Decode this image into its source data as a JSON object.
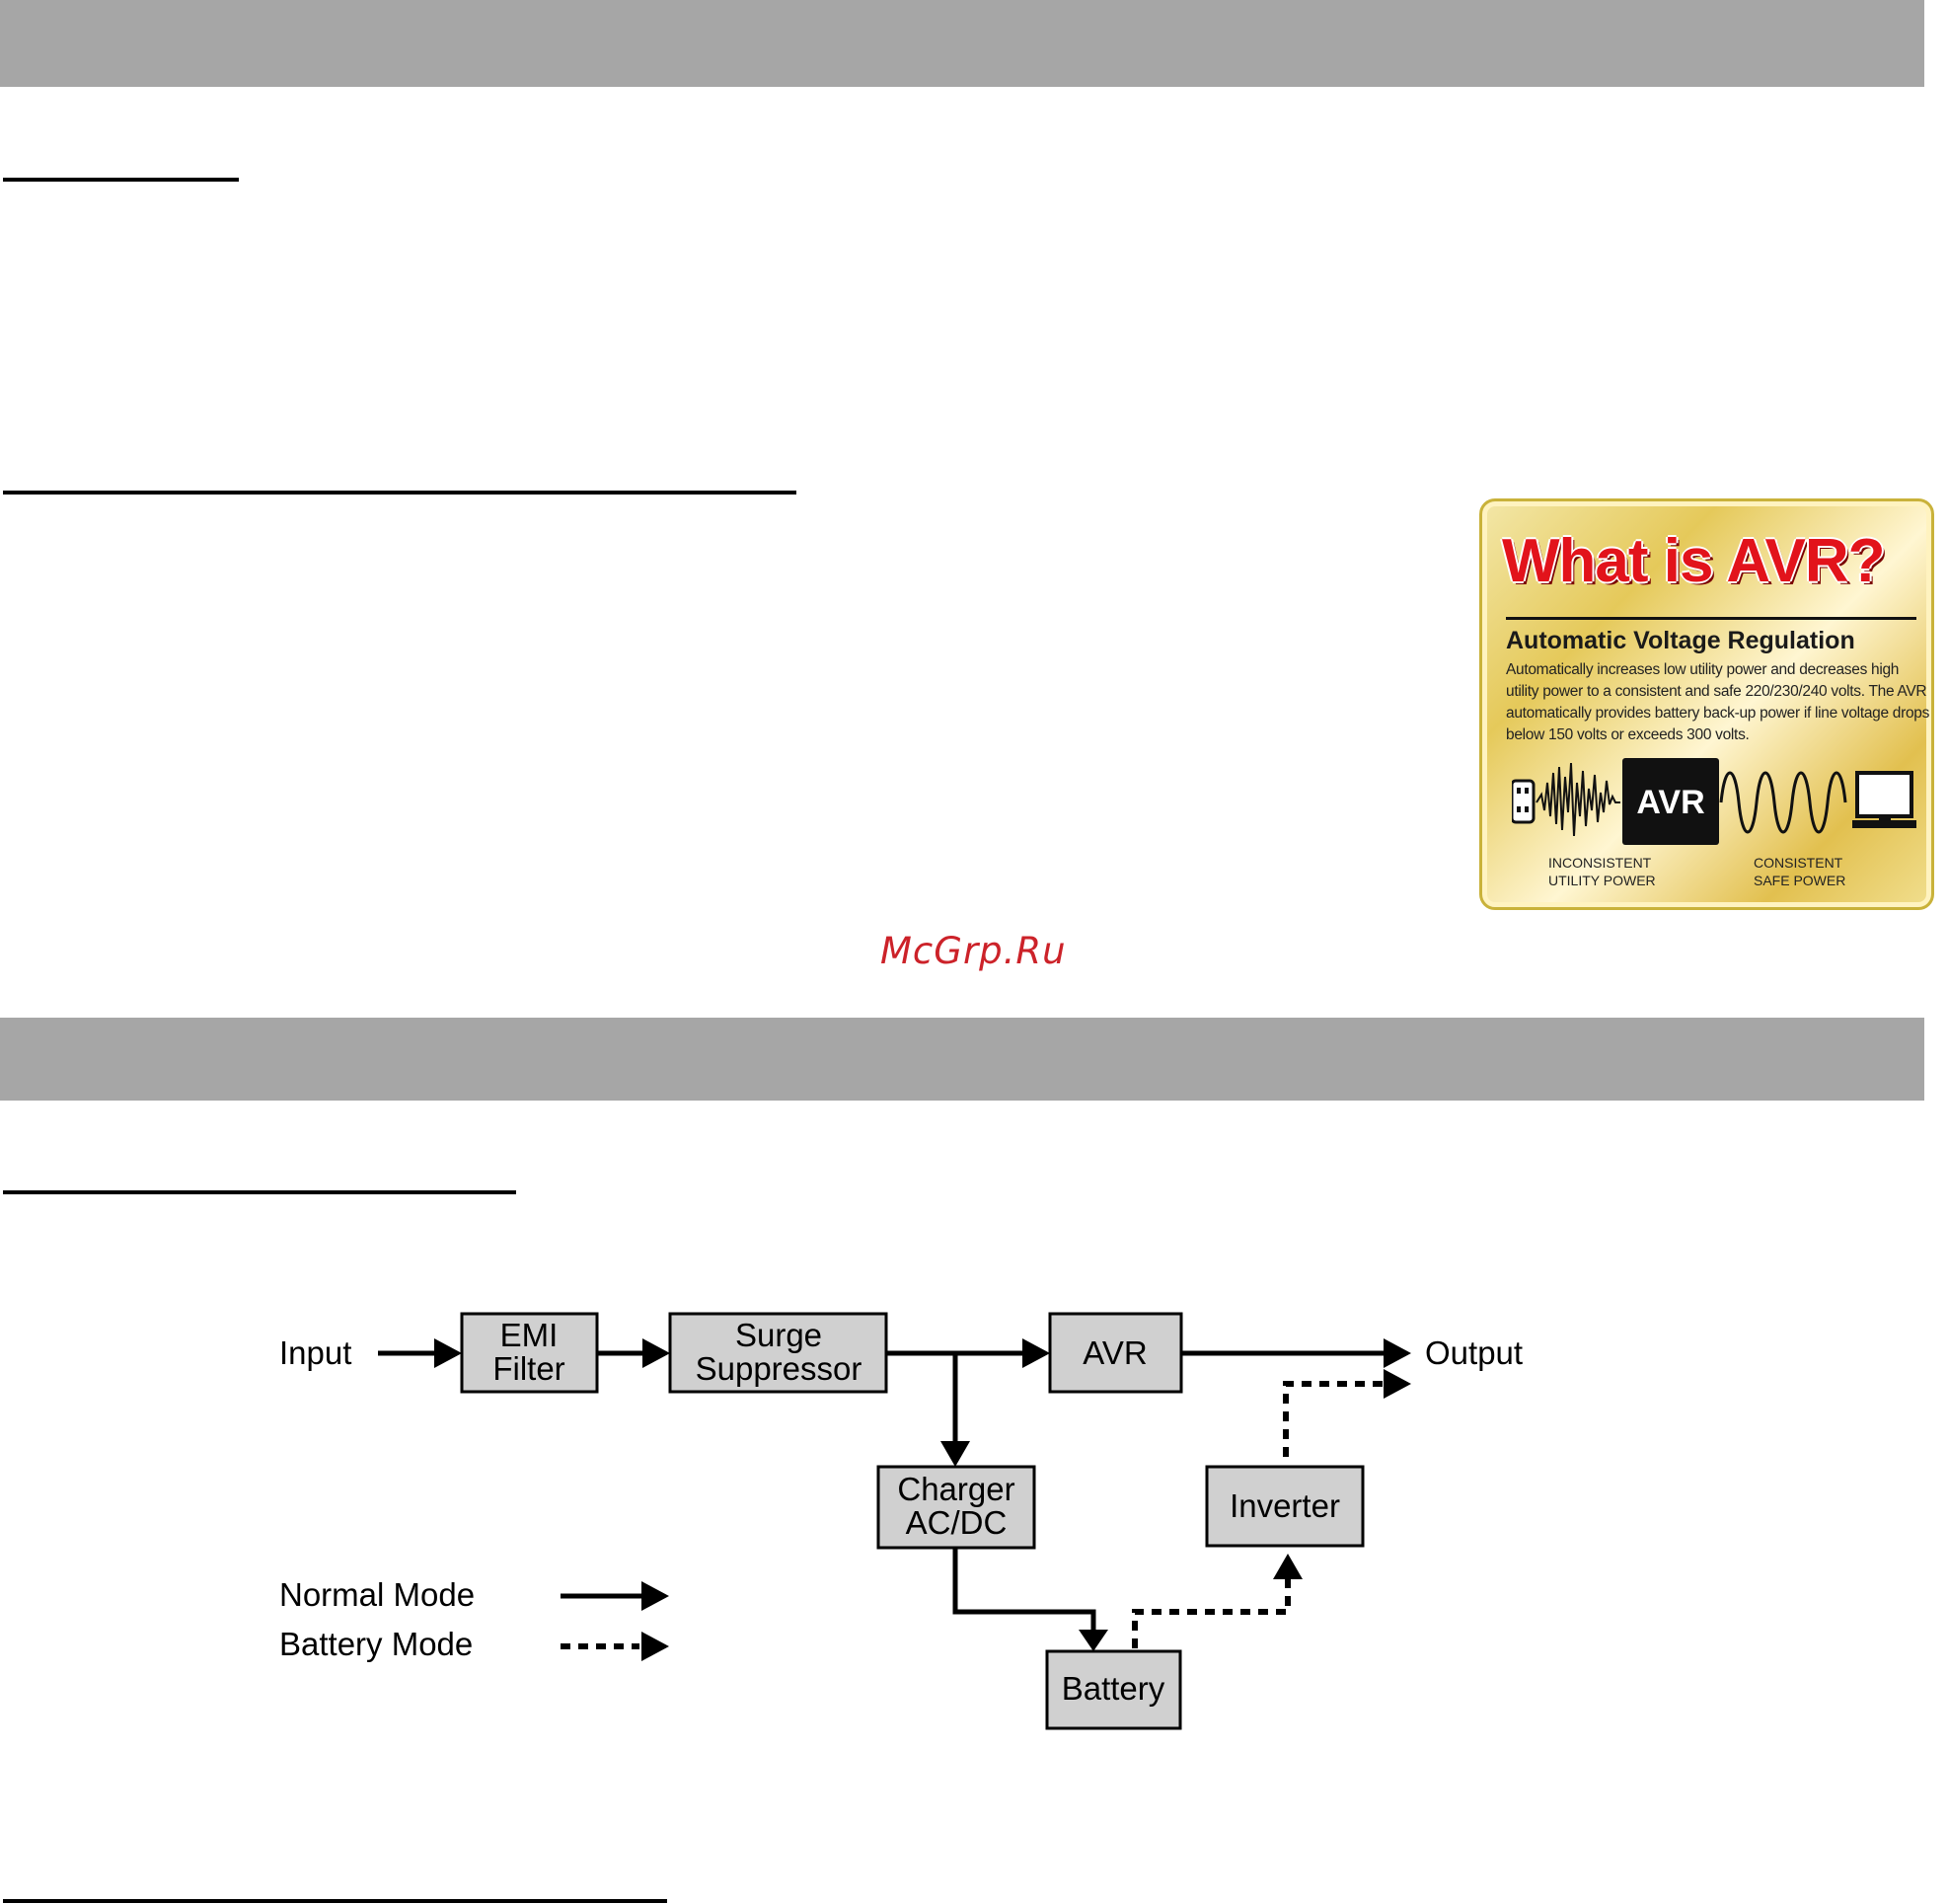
{
  "avr_badge": {
    "title": "What is AVR?",
    "subtitle": "Automatic Voltage Regulation",
    "body": "Automatically increases low utility power and decreases high utility power to a consistent and safe 220/230/240 volts. The AVR automatically provides battery back-up power if line voltage drops below 150 volts or exceeds 300 volts.",
    "avr_block": "AVR",
    "left_label": "INCONSISTENT\nUTILITY POWER",
    "right_label": "CONSISTENT\nSAFE POWER",
    "icons": [
      "power-outlet-icon",
      "computer-monitor-icon"
    ]
  },
  "watermark": "McGrp.Ru",
  "diagram": {
    "input_label": "Input",
    "output_label": "Output",
    "blocks": {
      "emi": [
        "EMI",
        "Filter"
      ],
      "surge": [
        "Surge",
        "Suppressor"
      ],
      "avr": "AVR",
      "charger": [
        "Charger",
        "AC/DC"
      ],
      "inverter": "Inverter",
      "battery": "Battery"
    },
    "legend": {
      "normal": "Normal Mode",
      "battery": "Battery Mode"
    },
    "colors": {
      "block_fill": "#d0d0d0",
      "line": "#000000"
    }
  }
}
